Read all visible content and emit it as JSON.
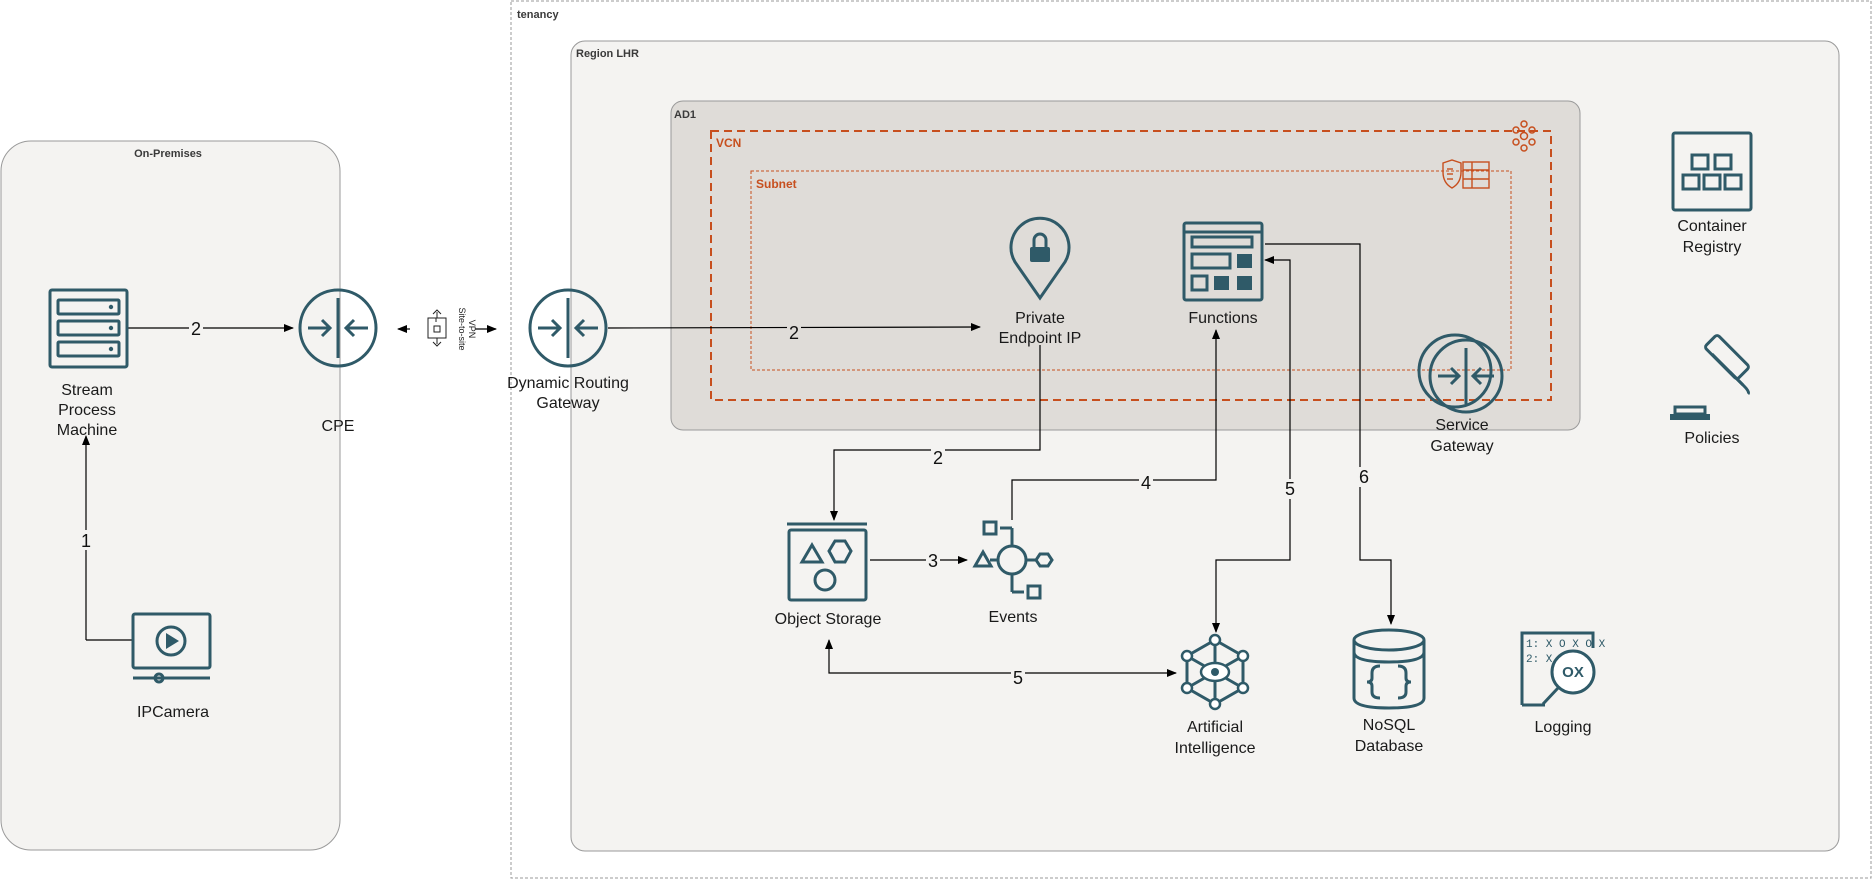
{
  "groups": {
    "tenancy": "tenancy",
    "region": "Region LHR",
    "onprem": "On-Premises",
    "ad": "AD1",
    "vcn": "VCN",
    "subnet": "Subnet"
  },
  "nodes": {
    "stream": [
      "Stream",
      "Process",
      "Machine"
    ],
    "cpe": "CPE",
    "vpn": [
      "Site-to-site",
      "VPN"
    ],
    "ipcamera": "IPCamera",
    "drg": [
      "Dynamic Routing",
      "Gateway"
    ],
    "pep": [
      "Private",
      "Endpoint IP"
    ],
    "functions": "Functions",
    "sgw": [
      "Service",
      "Gateway"
    ],
    "registry": [
      "Container",
      "Registry"
    ],
    "policies": "Policies",
    "objstorage": "Object Storage",
    "events": "Events",
    "ai": [
      "Artificial",
      "Intelligence"
    ],
    "nosql": [
      "NoSQL",
      "Database"
    ],
    "logging": "Logging"
  },
  "edges": {
    "e1": "1",
    "e2a": "2",
    "e2b": "2",
    "e2c": "2",
    "e3": "3",
    "e4": "4",
    "e5a": "5",
    "e5b": "5",
    "e6": "6"
  },
  "colors": {
    "icon": "#2f5a68",
    "accent": "#c74f1e",
    "container_fill": "#f4f3f1",
    "ad_fill": "#dfdcd8"
  }
}
